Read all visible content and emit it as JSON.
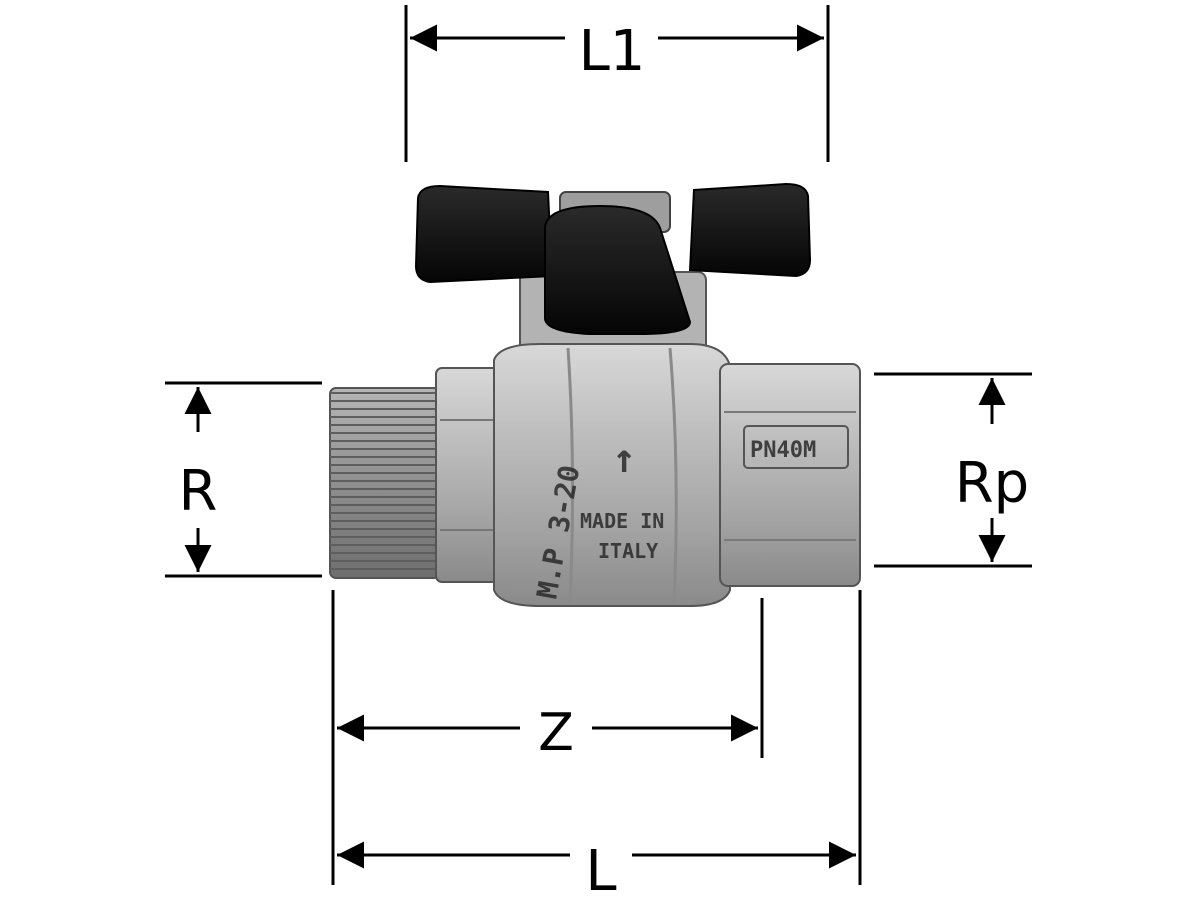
{
  "dimensions": {
    "L1": "L1",
    "R": "R",
    "Rp": "Rp",
    "Z": "Z",
    "L": "L"
  },
  "valve_markings": {
    "standard": "M.P 3-20",
    "flow_arrow": "↑",
    "origin_line1": "MADE IN",
    "origin_line2": "ITALY",
    "pressure": "PN40M"
  },
  "colors": {
    "line": "#000000",
    "brass_light": "#c9c9c9",
    "brass_mid": "#a9a9a9",
    "brass_dark": "#6e6e6e",
    "handle": "#111111"
  }
}
